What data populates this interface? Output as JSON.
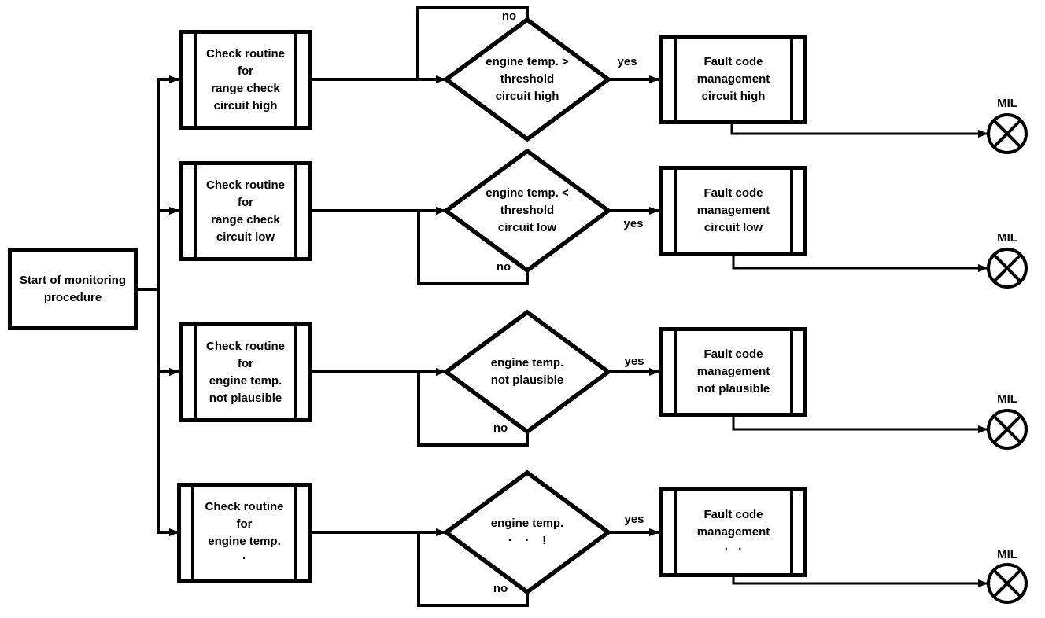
{
  "colors": {
    "stroke": "#000000",
    "background": "#ffffff"
  },
  "start": {
    "text": "Start of monitoring\nprocedure"
  },
  "rows": [
    {
      "check_text": "Check routine\nfor\nrange check\ncircuit high",
      "decision_text": "engine temp. >\nthreshold\ncircuit high",
      "fault_text": "Fault code\nmanagement\ncircuit high",
      "yes_label": "yes",
      "no_label": "no",
      "mil_label": "MIL",
      "no_branch": "top"
    },
    {
      "check_text": "Check routine\nfor\nrange check\ncircuit low",
      "decision_text": "engine temp. <\nthreshold\ncircuit low",
      "fault_text": "Fault code\nmanagement\ncircuit low",
      "yes_label": "yes",
      "no_label": "no",
      "mil_label": "MIL",
      "no_branch": "bottom"
    },
    {
      "check_text": "Check routine\nfor\nengine temp.\nnot plausible",
      "decision_text": "engine temp.\nnot plausible",
      "fault_text": "Fault code\nmanagement\nnot plausible",
      "yes_label": "yes",
      "no_label": "no",
      "mil_label": "MIL",
      "no_branch": "bottom"
    },
    {
      "check_text": "Check routine\nfor\nengine temp.\n·",
      "decision_text": "engine temp.\n·    ·    !",
      "fault_text": "Fault code\nmanagement\n·   ·",
      "yes_label": "yes",
      "no_label": "no",
      "mil_label": "MIL",
      "no_branch": "bottom"
    }
  ]
}
